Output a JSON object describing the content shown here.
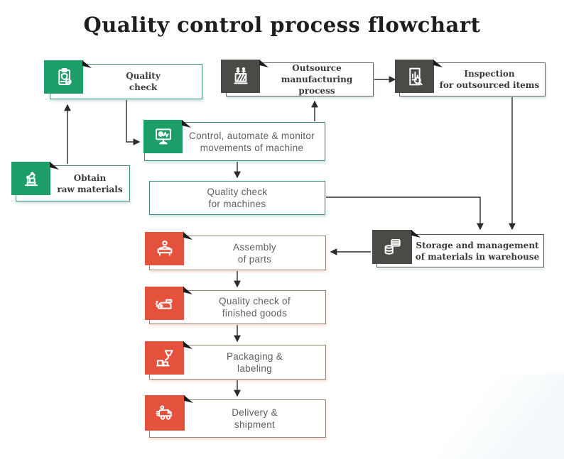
{
  "title": "Quality control process flowchart",
  "colors": {
    "green_icon": "#1d9e68",
    "red_icon": "#e4523d",
    "dark_icon": "#4a4a47",
    "teal_border": "#3d8d7f",
    "dark_border": "#5a5a5a",
    "brown_border": "#9d8270",
    "arrow": "#2b2b2b"
  },
  "nodes": [
    {
      "id": "quality-check",
      "icon": "clipboard-shield-check-icon",
      "label_lines": [
        "Quality",
        "check"
      ]
    },
    {
      "id": "outsource",
      "icon": "factory-machine-icon",
      "label_lines": [
        "Outsource",
        "manufacturing process"
      ]
    },
    {
      "id": "inspection",
      "icon": "report-magnifier-icon",
      "label_lines": [
        "Inspection",
        "for outsourced items"
      ]
    },
    {
      "id": "control",
      "icon": "monitor-gear-icon",
      "label_lines": [
        "Control, automate & monitor",
        "movements of machine"
      ]
    },
    {
      "id": "obtain",
      "icon": "robot-arm-icon",
      "label_lines": [
        "Obtain",
        "raw materials"
      ]
    },
    {
      "id": "qc-machines",
      "icon": null,
      "label_lines": [
        "Quality check",
        "for machines"
      ]
    },
    {
      "id": "assembly",
      "icon": "assembly-worker-icon",
      "label_lines": [
        "Assembly",
        "of parts"
      ]
    },
    {
      "id": "storage",
      "icon": "storage-barrels-icon",
      "label_lines": [
        "Storage and management",
        "of materials in warehouse"
      ]
    },
    {
      "id": "qc-finished",
      "icon": "grinder-machine-icon",
      "label_lines": [
        "Quality check of",
        "finished goods"
      ]
    },
    {
      "id": "packaging",
      "icon": "packaging-machine-icon",
      "label_lines": [
        "Packaging &",
        "labeling"
      ]
    },
    {
      "id": "delivery",
      "icon": "delivery-truck-icon",
      "label_lines": [
        "Delivery &",
        "shipment"
      ]
    }
  ],
  "edges": [
    {
      "from": "obtain",
      "to": "quality-check"
    },
    {
      "from": "quality-check",
      "to": "control"
    },
    {
      "from": "control",
      "to": "outsource"
    },
    {
      "from": "outsource",
      "to": "inspection"
    },
    {
      "from": "inspection",
      "to": "storage"
    },
    {
      "from": "control",
      "to": "qc-machines"
    },
    {
      "from": "qc-machines",
      "to": "storage"
    },
    {
      "from": "storage",
      "to": "assembly"
    },
    {
      "from": "assembly",
      "to": "qc-finished"
    },
    {
      "from": "qc-finished",
      "to": "packaging"
    },
    {
      "from": "packaging",
      "to": "delivery"
    }
  ]
}
